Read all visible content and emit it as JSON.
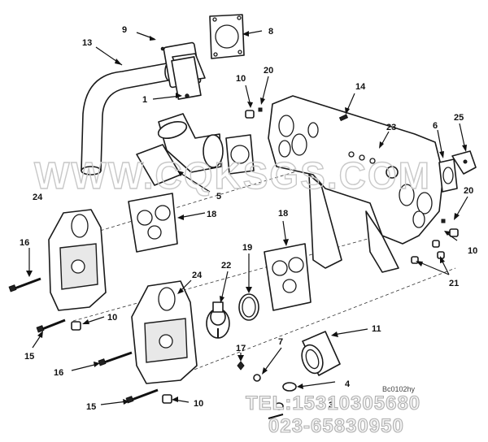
{
  "diagram": {
    "callouts": [
      {
        "id": "c13",
        "label": "13"
      },
      {
        "id": "c9",
        "label": "9"
      },
      {
        "id": "c8",
        "label": "8"
      },
      {
        "id": "c1",
        "label": "1"
      },
      {
        "id": "c10a",
        "label": "10"
      },
      {
        "id": "c20a",
        "label": "20"
      },
      {
        "id": "c14",
        "label": "14"
      },
      {
        "id": "c23",
        "label": "23"
      },
      {
        "id": "c6",
        "label": "6"
      },
      {
        "id": "c25",
        "label": "25"
      },
      {
        "id": "c5",
        "label": "5"
      },
      {
        "id": "c24a",
        "label": "24"
      },
      {
        "id": "c18a",
        "label": "18"
      },
      {
        "id": "c18b",
        "label": "18"
      },
      {
        "id": "c20b",
        "label": "20"
      },
      {
        "id": "c16a",
        "label": "16"
      },
      {
        "id": "c19",
        "label": "19"
      },
      {
        "id": "c22",
        "label": "22"
      },
      {
        "id": "c10b",
        "label": "10"
      },
      {
        "id": "c21",
        "label": "21"
      },
      {
        "id": "c24b",
        "label": "24"
      },
      {
        "id": "c10c",
        "label": "10"
      },
      {
        "id": "c15a",
        "label": "15"
      },
      {
        "id": "c11",
        "label": "11"
      },
      {
        "id": "c7",
        "label": "7"
      },
      {
        "id": "c17",
        "label": "17"
      },
      {
        "id": "c16b",
        "label": "16"
      },
      {
        "id": "c4",
        "label": "4"
      },
      {
        "id": "c3",
        "label": "3"
      },
      {
        "id": "c15b",
        "label": "15"
      },
      {
        "id": "c10d",
        "label": "10"
      }
    ],
    "watermark": "WWW.CQKSGS.COM",
    "stamp": "Bc0102hy",
    "phone": "TEL:15310305680",
    "landline": "023-65830950"
  }
}
